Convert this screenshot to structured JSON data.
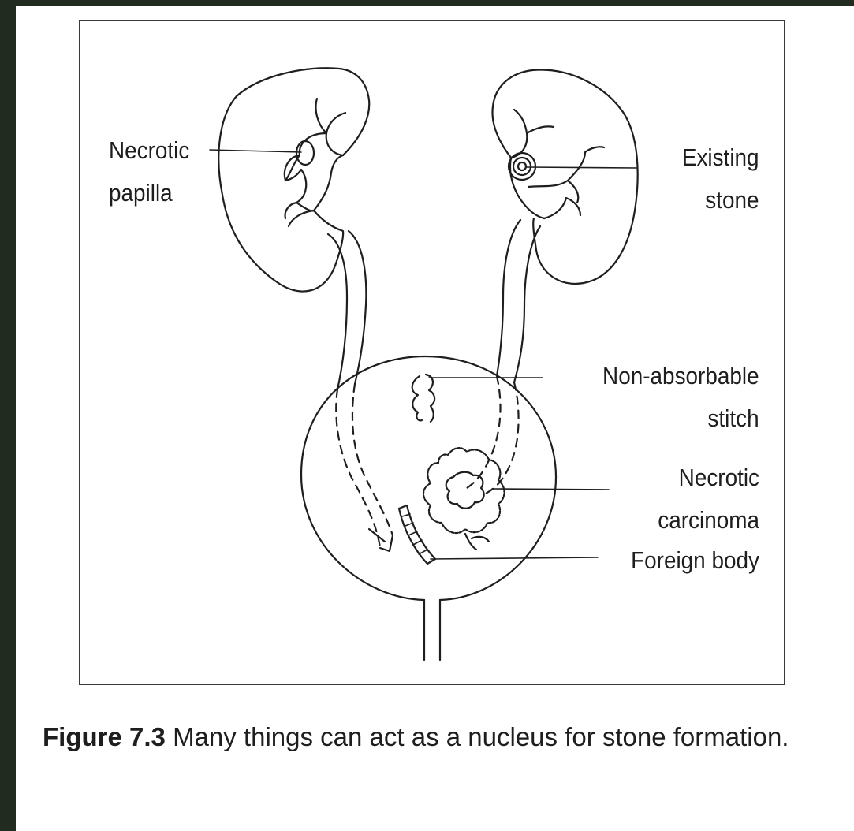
{
  "figure": {
    "labels": {
      "necrotic_papilla": [
        "Necrotic",
        "papilla"
      ],
      "existing_stone": [
        "Existing",
        "stone"
      ],
      "non_absorbable_stitch": [
        "Non-absorbable",
        "stitch"
      ],
      "necrotic_carcinoma": [
        "Necrotic",
        "carcinoma"
      ],
      "foreign_body": [
        "Foreign body"
      ]
    }
  },
  "caption": {
    "number": "Figure 7.3",
    "text": "Many things can act as a nucleus for stone formation."
  }
}
